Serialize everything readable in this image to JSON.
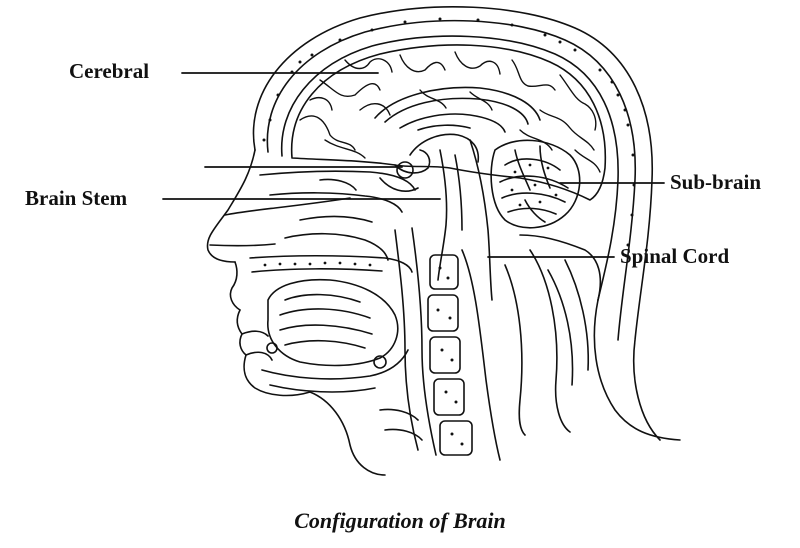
{
  "labels": {
    "cerebral": "Cerebral",
    "brain_stem": "Brain Stem",
    "sub_brain": "Sub-brain",
    "spinal_cord": "Spinal Cord"
  },
  "caption": "Configuration of Brain",
  "colors": {
    "ink": "#111111",
    "background": "#ffffff"
  }
}
